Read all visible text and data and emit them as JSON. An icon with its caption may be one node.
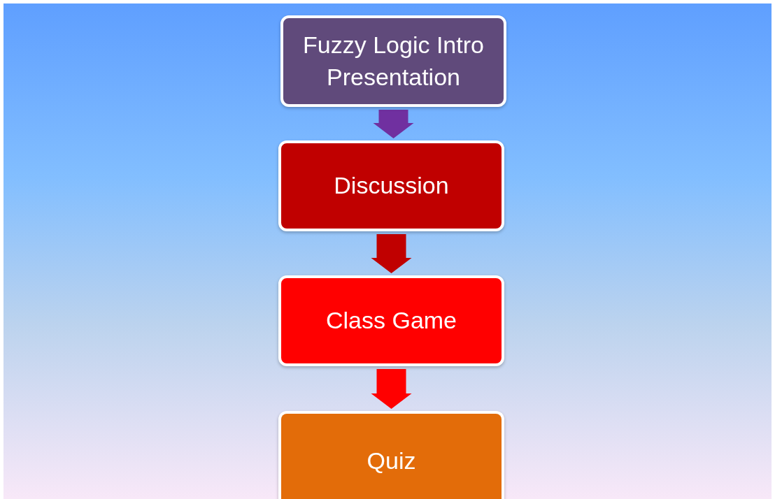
{
  "diagram": {
    "nodes": [
      {
        "text": [
          "Fuzzy Logic Intro Presentation"
        ]
      },
      {
        "text": [
          "Discussion"
        ]
      },
      {
        "text": [
          "Class Game"
        ]
      },
      {
        "text": [
          "Quiz"
        ]
      }
    ],
    "edges": [
      {
        "from": 0,
        "to": 1,
        "arrow": "to",
        "color": "#7030a0"
      },
      {
        "from": 1,
        "to": 2,
        "arrow": "to",
        "color": "#c00000"
      },
      {
        "from": 2,
        "to": 3,
        "arrow": "to",
        "color": "#ff0000"
      }
    ]
  }
}
